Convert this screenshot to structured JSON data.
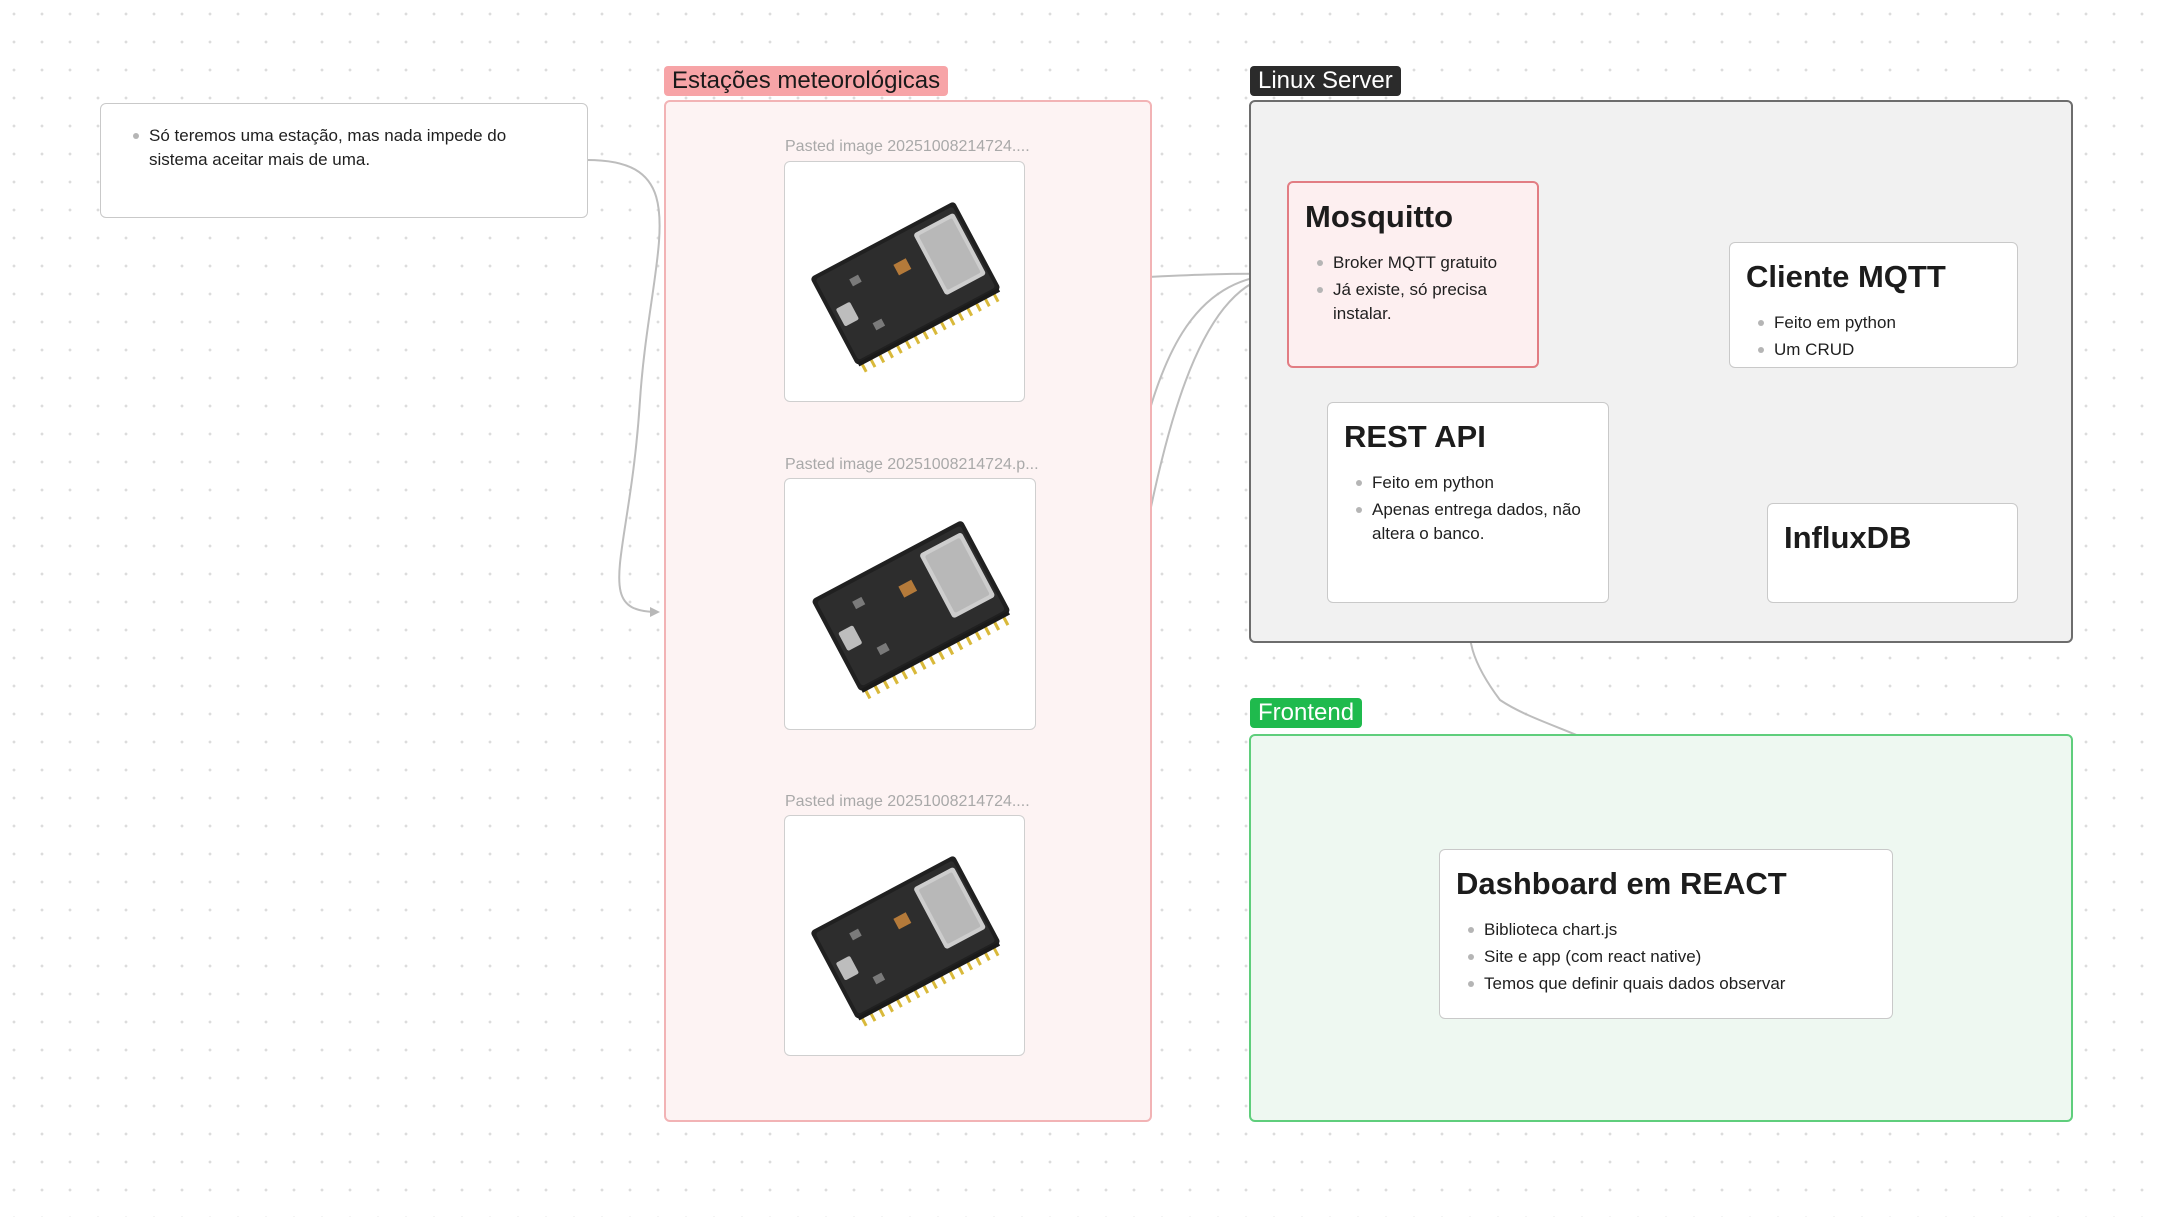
{
  "note": {
    "items": [
      "Só teremos uma estação, mas nada impede do sistema aceitar mais de uma."
    ]
  },
  "groups": {
    "stations": {
      "label": "Estações meteorológicas",
      "color": "#f7a4a7"
    },
    "server": {
      "label": "Linux Server",
      "color": "#2b2b2b"
    },
    "frontend": {
      "label": "Frontend",
      "color": "#1fba4d"
    }
  },
  "images": [
    {
      "caption": "Pasted image 20251008214724....",
      "icon": "esp32-board-icon"
    },
    {
      "caption": "Pasted image 20251008214724.p...",
      "icon": "esp32-board-icon"
    },
    {
      "caption": "Pasted image 20251008214724....",
      "icon": "esp32-board-icon"
    }
  ],
  "mosquitto": {
    "title": "Mosquitto",
    "items": [
      "Broker MQTT gratuito",
      "Já existe, só precisa instalar."
    ]
  },
  "client": {
    "title": "Cliente MQTT",
    "items": [
      "Feito em python",
      "Um CRUD"
    ]
  },
  "rest": {
    "title": "REST API",
    "items": [
      "Feito em python",
      "Apenas entrega dados, não altera o banco."
    ]
  },
  "influx": {
    "title": "InfluxDB"
  },
  "dashboard": {
    "title": "Dashboard em REACT",
    "items": [
      "Biblioteca chart.js",
      "Site e app (com react native)",
      "Temos que definir quais dados observar"
    ]
  },
  "colors": {
    "edge": "#bdbdbd",
    "highlight_border": "#e27d83"
  }
}
